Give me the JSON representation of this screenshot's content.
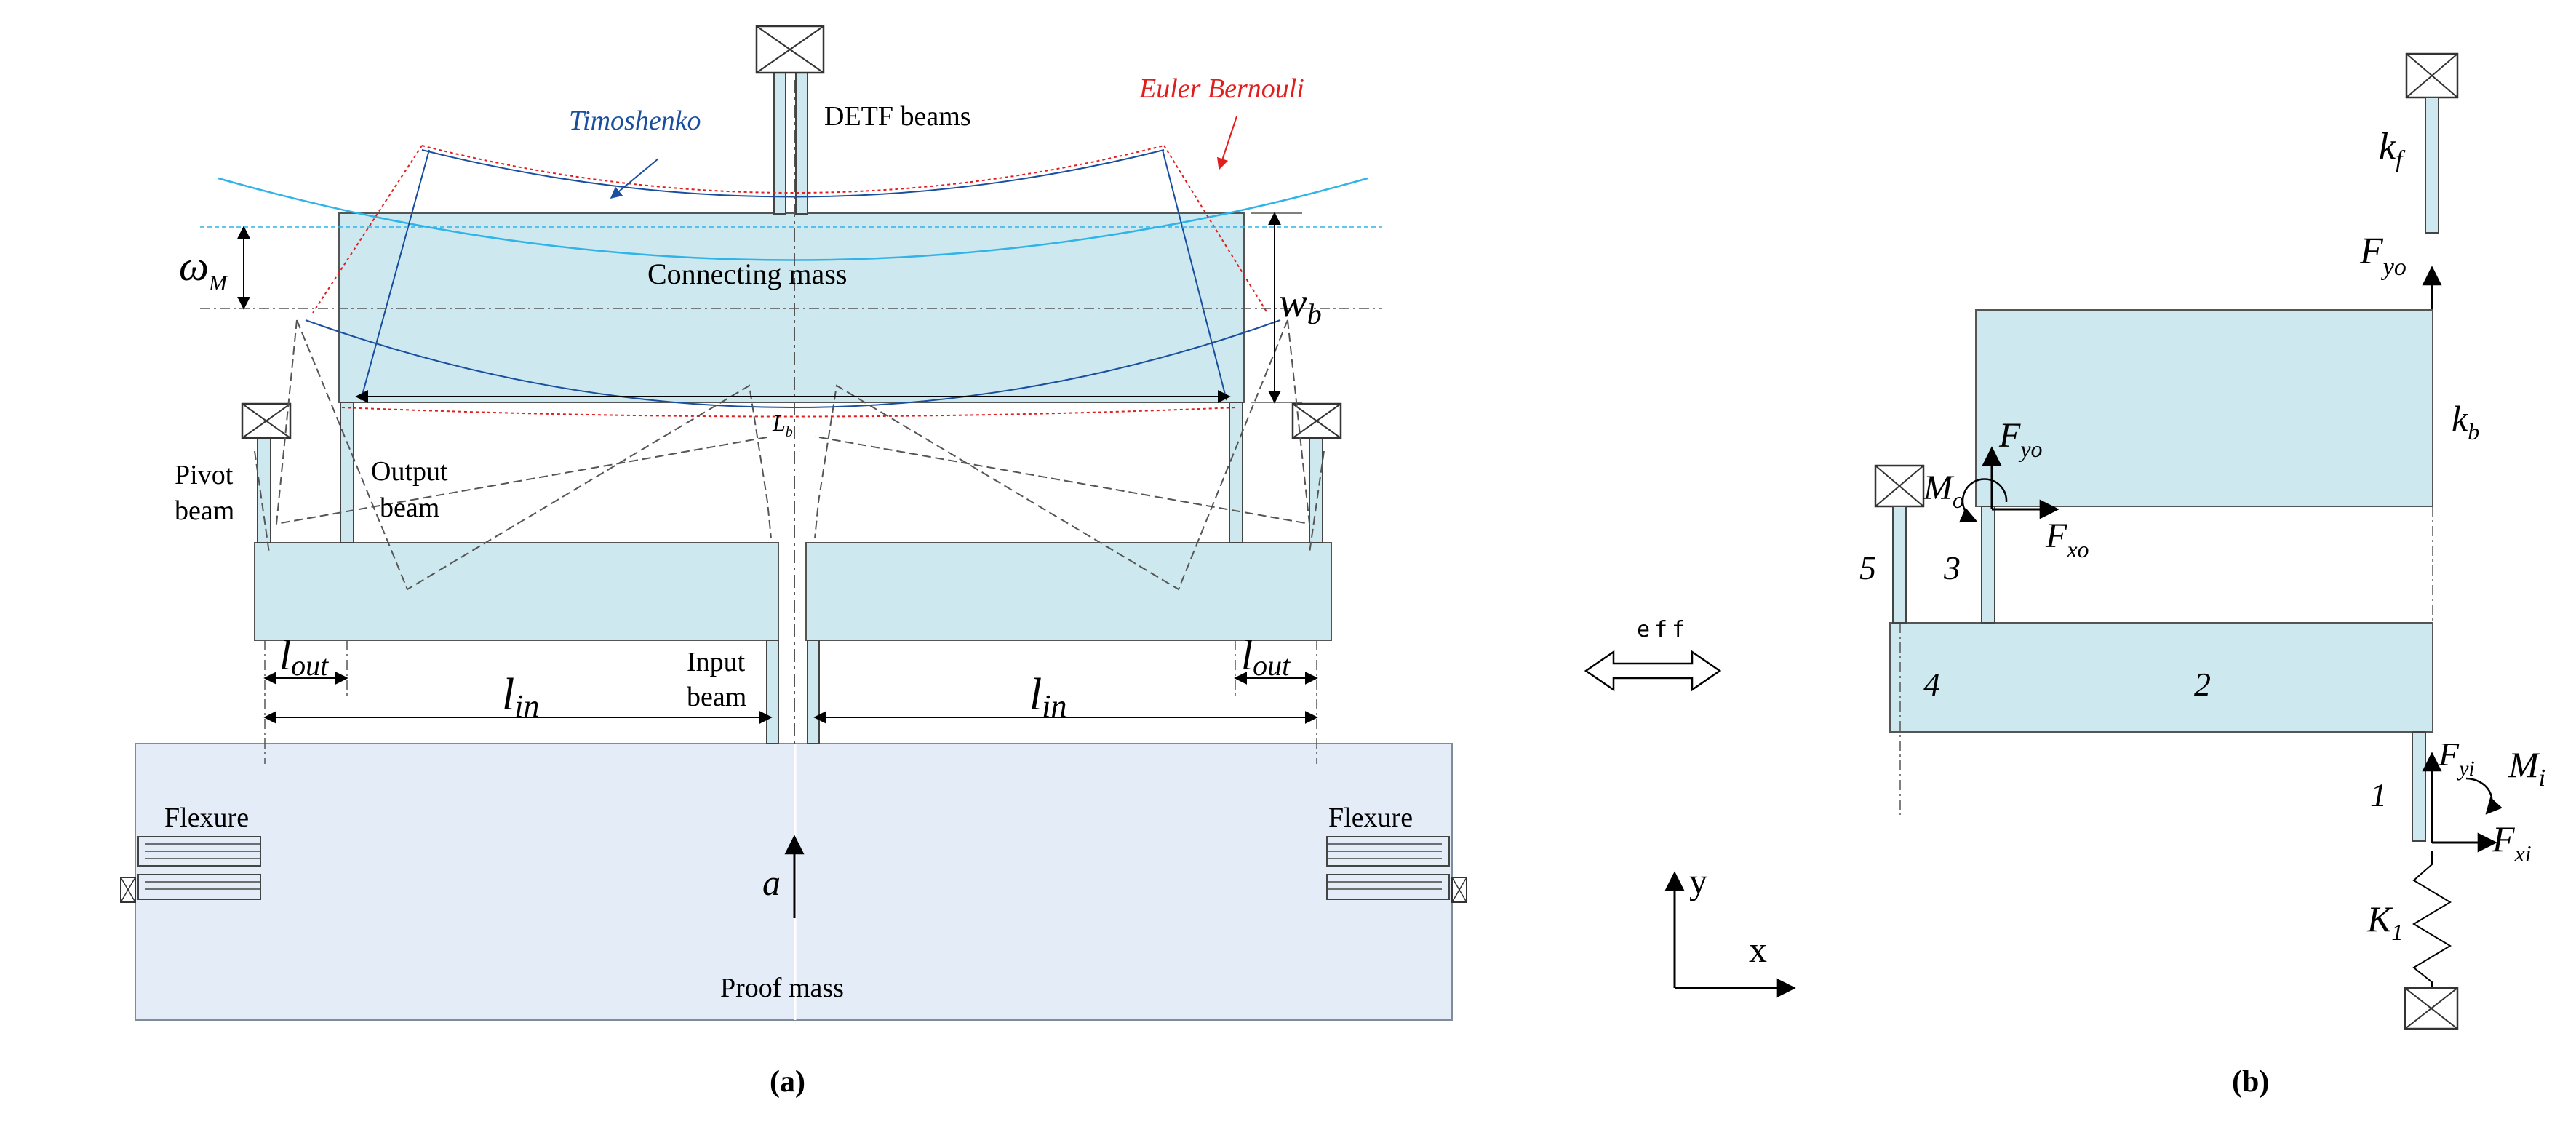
{
  "panel_a": {
    "caption": "(a)",
    "labels": {
      "detf": "DETF  beams",
      "timoshenko": "Timoshenko",
      "euler": "Euler Bernouli",
      "connecting_mass": "Connecting mass",
      "omega": "ω",
      "omega_sub": "M",
      "wb": "w",
      "wb_sub": "b",
      "lb": "L",
      "lb_sub": "b",
      "pivot1": "Pivot",
      "pivot2": "beam",
      "output1": "Output",
      "output2": "beam",
      "input1": "Input",
      "input2": "beam",
      "l_out": "l",
      "l_out_sub": "out",
      "l_in": "l",
      "l_in_sub": "in",
      "flexure": "Flexure",
      "accel": "a",
      "proof_mass": "Proof mass"
    }
  },
  "equiv": {
    "label": "eff"
  },
  "axes": {
    "x": "x",
    "y": "y"
  },
  "panel_b": {
    "caption": "(b)",
    "labels": {
      "kf": "k",
      "kf_sub": "f",
      "fyo_top": "F",
      "fyo_top_sub": "yo",
      "kb": "k",
      "kb_sub": "b",
      "mo": "M",
      "mo_sub": "o",
      "fyo": "F",
      "fyo_sub": "yo",
      "fxo": "F",
      "fxo_sub": "xo",
      "n1": "1",
      "n2": "2",
      "n3": "3",
      "n4": "4",
      "n5": "5",
      "fyi": "F",
      "fyi_sub": "yi",
      "mi": "M",
      "mi_sub": "i",
      "fxi": "F",
      "fxi_sub": "xi",
      "k1": "K",
      "k1_sub": "1"
    }
  },
  "colors": {
    "mass_fill": "#cde8ef",
    "proof_fill": "#e4edf7",
    "timoshenko": "#1a4fa0",
    "euler": "#e11d1d",
    "light_curve": "#2fb3e8"
  }
}
